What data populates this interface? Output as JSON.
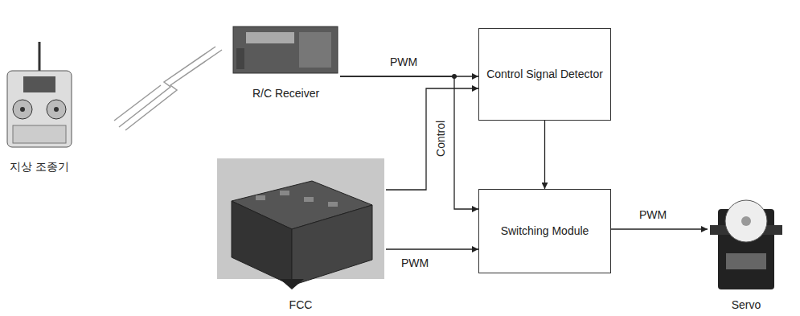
{
  "diagram": {
    "nodes": [
      {
        "text": [
          "지상 조종기"
        ]
      },
      {
        "text": [
          "R/C Receiver"
        ]
      },
      {
        "text": [
          "Control Signal Detector"
        ]
      },
      {
        "text": [
          "FCC"
        ]
      },
      {
        "text": [
          "Switching Module"
        ]
      },
      {
        "text": [
          "Servo"
        ]
      }
    ],
    "edges": [
      {
        "from": 1,
        "to": 2,
        "label": "PWM",
        "arrow": "to"
      },
      {
        "from": 1,
        "to": 4,
        "arrow": "to"
      },
      {
        "from": 3,
        "to": 2,
        "label": "Control",
        "arrow": "to"
      },
      {
        "from": 3,
        "to": 4,
        "label": "PWM",
        "arrow": "to"
      },
      {
        "from": 2,
        "to": 4,
        "arrow": "to"
      },
      {
        "from": 4,
        "to": 5,
        "label": "PWM",
        "arrow": "to"
      }
    ]
  }
}
